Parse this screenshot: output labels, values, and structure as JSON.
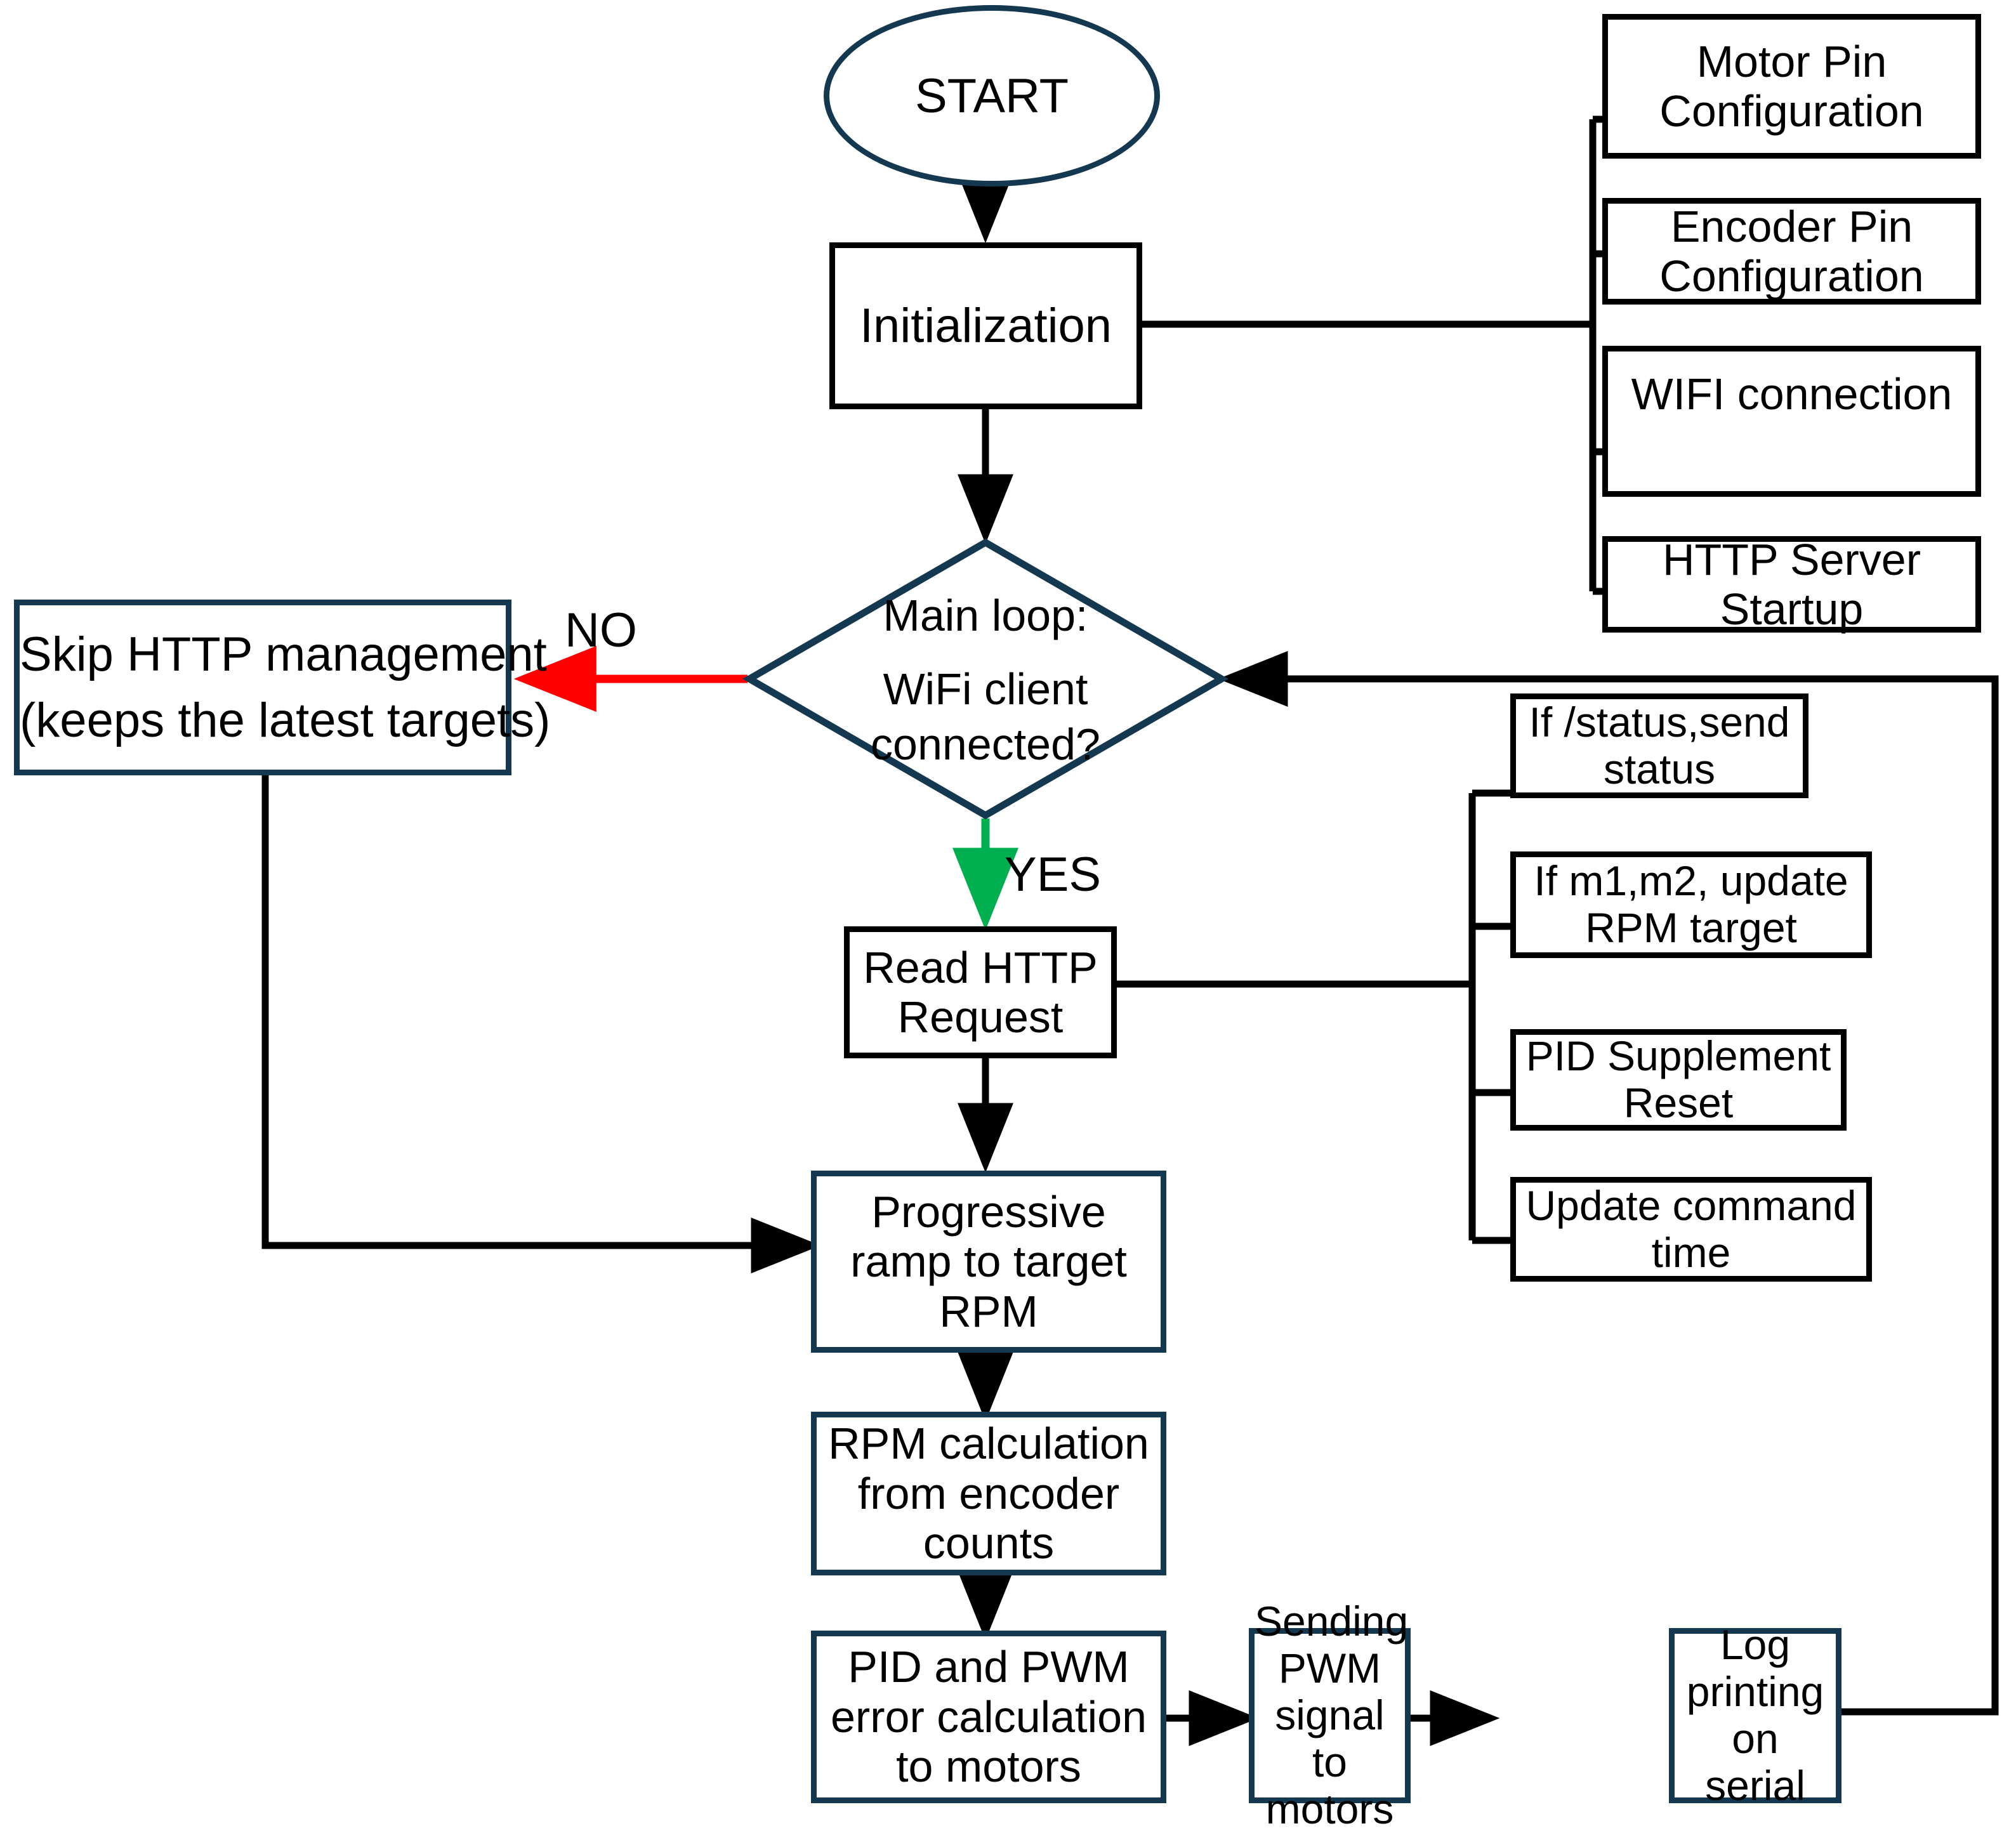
{
  "diagram": {
    "title": "Motor control firmware main loop flowchart",
    "colors": {
      "navy": "#143850",
      "black": "#000000",
      "yes_green": "#00B050",
      "no_red": "#FF0000",
      "background": "#FFFFFF"
    }
  },
  "nodes": {
    "start": {
      "label": "START",
      "shape": "ellipse"
    },
    "initialization": {
      "label": "Initialization",
      "shape": "process"
    },
    "decision": {
      "line1": "Main loop:",
      "line2": "WiFi client",
      "line3": "connected?",
      "shape": "decision"
    },
    "skip_http": {
      "line1": "Skip HTTP management",
      "line2": "(keeps the latest targets)",
      "shape": "process"
    },
    "read_http": {
      "line1": "Read HTTP",
      "line2": "Request",
      "shape": "process"
    },
    "progressive_ramp": {
      "line1": "Progressive",
      "line2": "ramp to target",
      "line3": "RPM",
      "shape": "process"
    },
    "rpm_calc": {
      "line1": "RPM calculation",
      "line2": "from encoder",
      "line3": "counts",
      "shape": "process"
    },
    "pid_pwm": {
      "line1": "PID and PWM",
      "line2": "error calculation",
      "line3": "to motors",
      "shape": "process"
    },
    "sending_pwm": {
      "line1": "Sending PWM",
      "line2": "signal to",
      "line3": "motors",
      "shape": "process"
    },
    "log_serial": {
      "line1": "Log printing on",
      "line2": "serial",
      "shape": "process"
    }
  },
  "init_branch": {
    "items": [
      {
        "line1": "Motor Pin",
        "line2": "Configuration"
      },
      {
        "line1": "Encoder Pin",
        "line2": "Configuration"
      },
      {
        "line1": "WIFI connection",
        "line2": ""
      },
      {
        "line1": "HTTP Server",
        "line2": "Startup"
      }
    ]
  },
  "http_branch": {
    "items": [
      {
        "line1": "If /status,send",
        "line2": "status"
      },
      {
        "line1": "If m1,m2, update",
        "line2": "RPM target"
      },
      {
        "line1": "PID Supplement",
        "line2": "Reset"
      },
      {
        "line1": "Update command",
        "line2": "time"
      }
    ]
  },
  "edge_labels": {
    "no": "NO",
    "yes": "YES"
  }
}
